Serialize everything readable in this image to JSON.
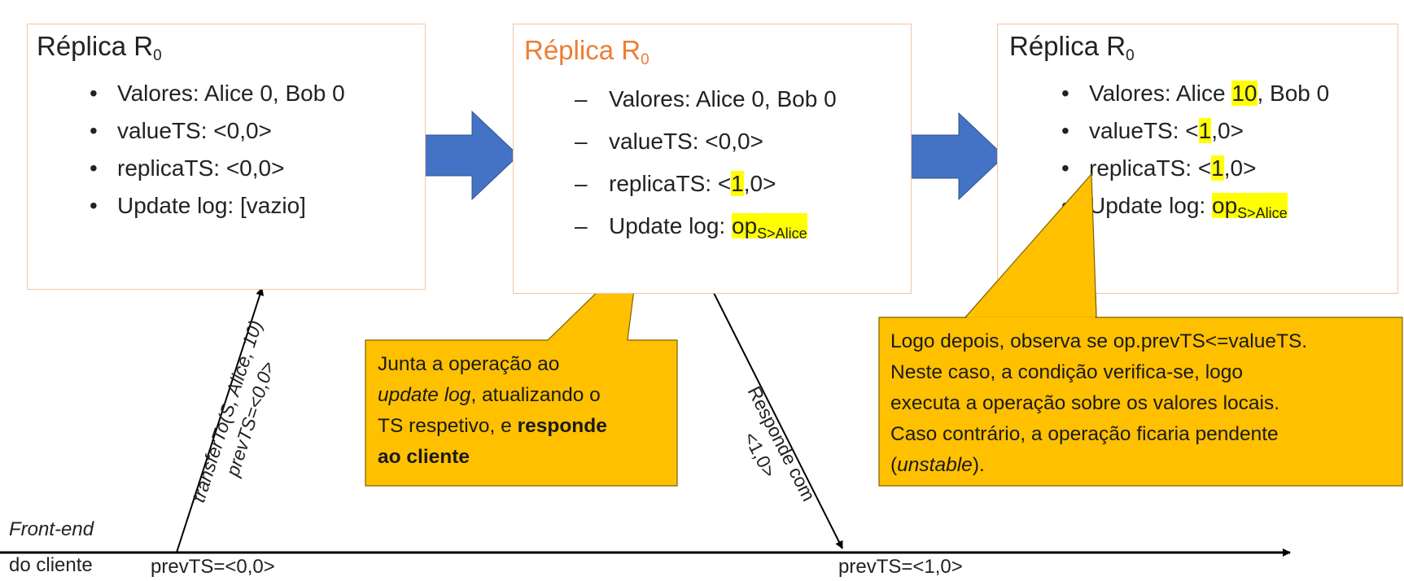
{
  "left_box": {
    "title": "Réplica R",
    "title_sub": "0",
    "items": [
      "Valores: Alice 0, Bob 0",
      "valueTS: <0,0>",
      "replicaTS: <0,0>",
      "Update log: [vazio]"
    ]
  },
  "middle_box": {
    "title": "Réplica R",
    "title_sub": "0",
    "title_color": "#ed7d31",
    "item1": "Valores: Alice 0, Bob 0",
    "item2": "valueTS: <0,0>",
    "item3_pre": "replicaTS: <",
    "item3_hl": "1",
    "item3_post": ",0>",
    "item4_pre": "Update log: ",
    "item4_hl": "op",
    "item4_hl_sub": "S>Alice"
  },
  "right_box": {
    "title": "Réplica R",
    "title_sub": "0",
    "item1_pre": "Valores: Alice ",
    "item1_hl": "10",
    "item1_post": ", Bob 0",
    "item2_pre": "valueTS: <",
    "item2_hl": "1",
    "item2_post": ",0>",
    "item3_pre": "replicaTS: <",
    "item3_hl": "1",
    "item3_post": ",0>",
    "item4_pre": "Update log: ",
    "item4_hl": "op",
    "item4_hl_sub": "S>Alice"
  },
  "callout_middle": {
    "l1": "Junta a operação ao",
    "l2_italic": "update log",
    "l2_rest": ", atualizando o",
    "l3_pre": "TS respetivo, e ",
    "l3_bold": "responde",
    "l4_bold": "ao cliente"
  },
  "callout_right": {
    "l1": "Logo depois, observa se op.prevTS<=valueTS.",
    "l2": "Neste caso, a condição verifica-se, logo",
    "l3": "executa a operação sobre os valores locais.",
    "l4": "Caso contrário, a operação ficaria pendente",
    "l5_open": "(",
    "l5_italic": "unstable",
    "l5_close": ")."
  },
  "request_label": {
    "l1": "transferTo(S, Alice, 10)",
    "l2": "prevTS=<0,0>"
  },
  "response_label": {
    "l1": "Responde com",
    "l2": "<1,0>"
  },
  "timeline": {
    "label_italic": "Front-end",
    "label": "do cliente",
    "prev_start": "prevTS=<0,0>",
    "prev_end": "prevTS=<1,0>"
  },
  "colors": {
    "arrow_blue": "#4472c4",
    "callout_fill": "#ffc000",
    "highlight": "#ffff00",
    "box_border": "#f2c3a4"
  }
}
